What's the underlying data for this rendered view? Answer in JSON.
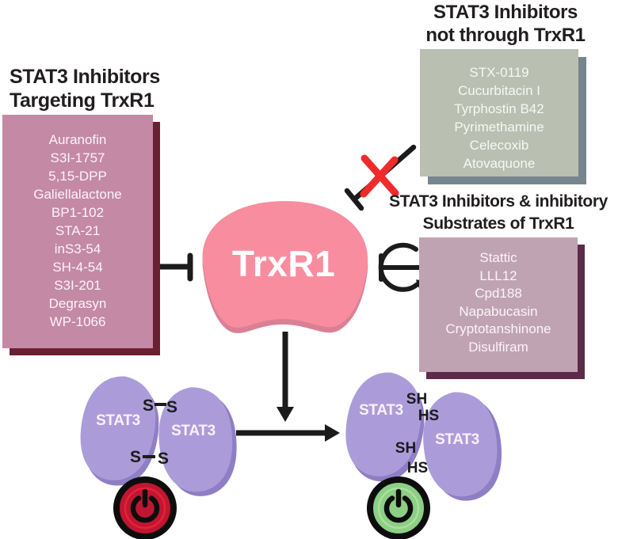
{
  "figure": {
    "center_protein": "TrxR1"
  },
  "left_panel": {
    "title_line1": "STAT3 Inhibitors",
    "title_line2": "Targeting TrxR1",
    "items": [
      "Auranofin",
      "S3I-1757",
      "5,15-DPP",
      "Galiellalactone",
      "BP1-102",
      "STA-21",
      "inS3-54",
      "SH-4-54",
      "S3I-201",
      "Degrasyn",
      "WP-1066"
    ]
  },
  "top_right_panel": {
    "title_line1": "STAT3 Inhibitors",
    "title_line2": "not through TrxR1",
    "items": [
      "STX-0119",
      "Cucurbitacin I",
      "Tyrphostin B42",
      "Pyrimethamine",
      "Celecoxib",
      "Atovaquone"
    ]
  },
  "mid_right_panel": {
    "title_line1": "STAT3 Inhibitors & inhibitory",
    "title_line2": "Substrates of TrxR1",
    "items": [
      "Stattic",
      "LLL12",
      "Cpd188",
      "Napabucasin",
      "Cryptotanshinone",
      "Disulfiram"
    ]
  },
  "dimer_left": {
    "protein1": "STAT3",
    "protein2": "STAT3",
    "bond_top": [
      "S",
      "S"
    ],
    "bond_bottom": [
      "S",
      "S"
    ]
  },
  "dimer_right": {
    "protein1": "STAT3",
    "protein2": "STAT3",
    "thiol_top": [
      "SH",
      "HS"
    ],
    "thiol_bottom": [
      "SH",
      "HS"
    ]
  },
  "icons": {
    "power_off_icon": "power-symbol-red",
    "power_on_icon": "power-symbol-green",
    "inhibition_cross_icon": "red-x-mark"
  },
  "colors": {
    "left_panel_fill": "#c489a4",
    "left_panel_shadow": "#6d1f32",
    "top_right_panel_fill": "#b9bfb1",
    "top_right_panel_shadow": "#76858e",
    "mid_right_panel_fill": "#c0a3b2",
    "mid_right_panel_shadow": "#5d2b4a",
    "trxr1_fill": "#f88da0",
    "trxr1_rim": "#da8094",
    "stat3_fill": "#ab9cd9",
    "stat3_rim": "#8f7ec5",
    "power_off_fill": "#c11631",
    "power_on_fill": "#8ccf85",
    "cross_red": "#ef2a2b",
    "line_black": "#1b1b1b"
  }
}
